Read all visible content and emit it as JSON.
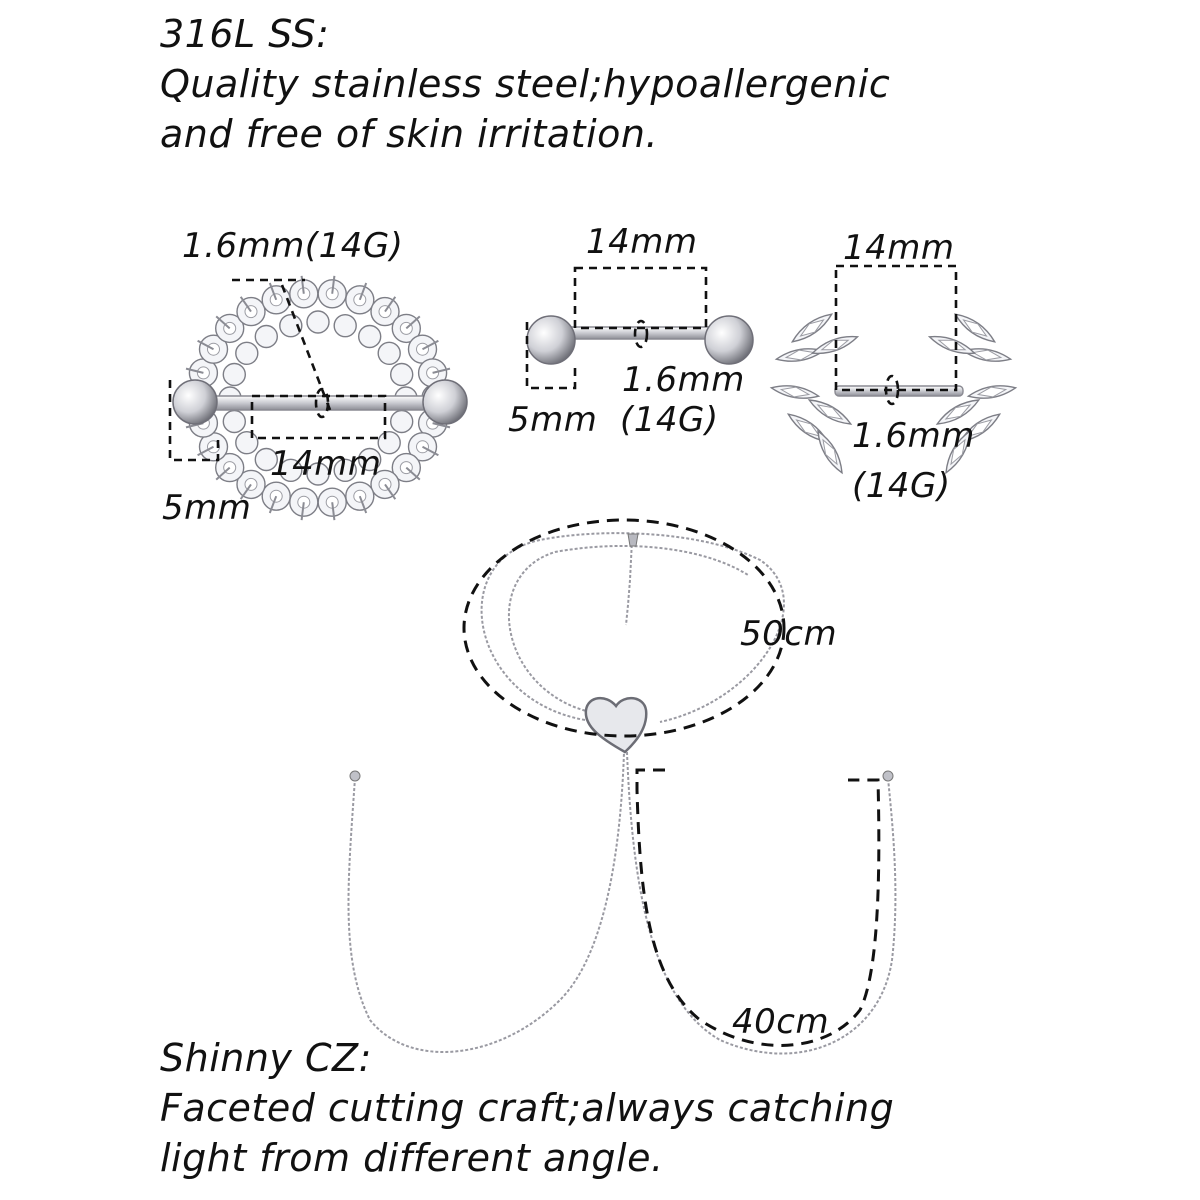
{
  "material": {
    "heading": "316L SS:",
    "line1": "Quality stainless steel;hypoallergenic",
    "line2": " and free of skin irritation."
  },
  "item_left": {
    "gauge": "1.6mm(14G)",
    "length": "14mm",
    "ball": "5mm"
  },
  "item_middle": {
    "length": "14mm",
    "gauge_line1": "1.6mm",
    "gauge_line2": "(14G)",
    "ball": "5mm"
  },
  "item_right": {
    "length": "14mm",
    "gauge_line1": "1.6mm",
    "gauge_line2": "(14G)"
  },
  "chain": {
    "neck_length": "50cm",
    "drop_length": "40cm"
  },
  "stones": {
    "heading": "Shinny CZ:",
    "line1": "Faceted cutting craft;always catching",
    "line2": "light from different angle."
  }
}
